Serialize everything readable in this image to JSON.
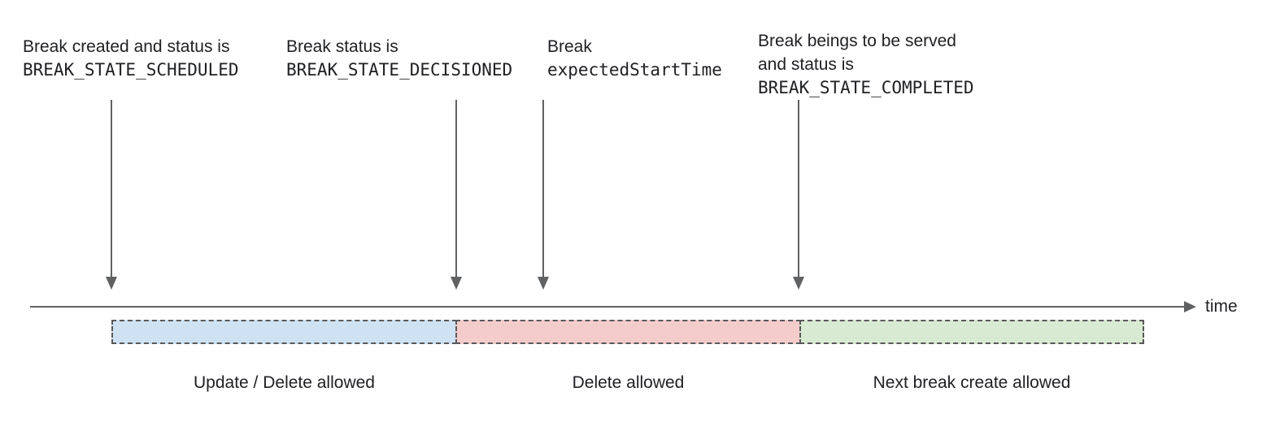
{
  "annotations": [
    {
      "text_lines": [
        "Break created and status is"
      ],
      "code": "BREAK_STATE_SCHEDULED"
    },
    {
      "text_lines": [
        "Break status is"
      ],
      "code": "BREAK_STATE_DECISIONED"
    },
    {
      "text_lines": [
        "Break"
      ],
      "code": "expectedStartTime"
    },
    {
      "text_lines": [
        "Break beings to be served",
        "and status is"
      ],
      "code": "BREAK_STATE_COMPLETED"
    }
  ],
  "timeline": {
    "axis_label": "time"
  },
  "segments": [
    {
      "label": "Update / Delete allowed",
      "fill": "#cfe2f3"
    },
    {
      "label": "Delete allowed",
      "fill": "#f4cccc"
    },
    {
      "label": "Next break create allowed",
      "fill": "#d9ead3"
    }
  ],
  "colors": {
    "line": "#5f6163",
    "segment_border": "#595959",
    "text": "#202124"
  }
}
